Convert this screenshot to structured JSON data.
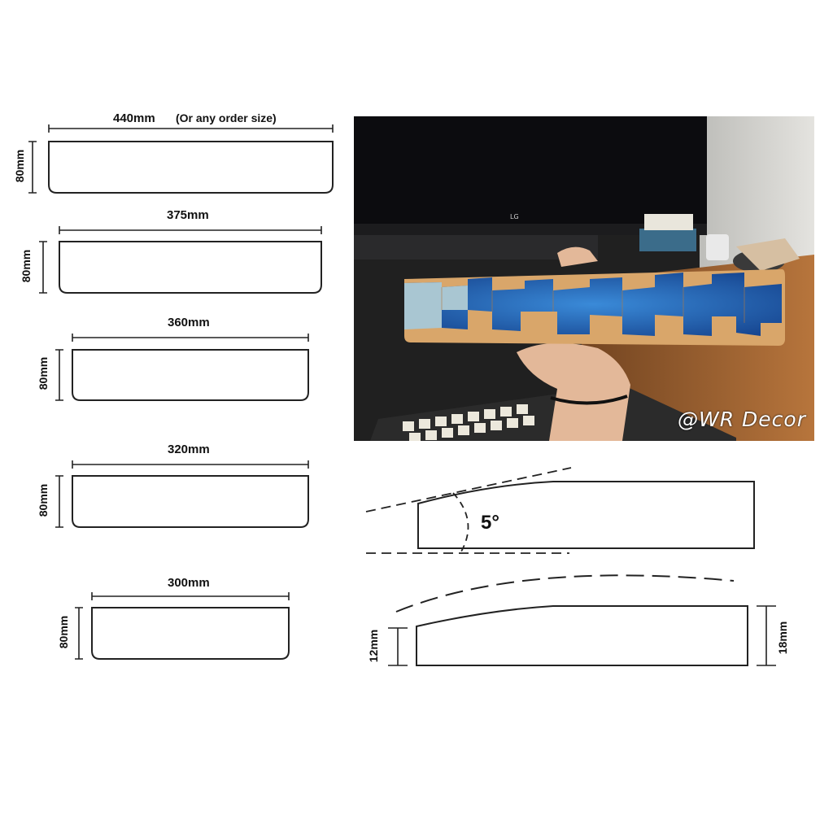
{
  "sizes": [
    {
      "width_label": "440mm",
      "note": "(Or any order size)",
      "height_label": "80mm"
    },
    {
      "width_label": "375mm",
      "height_label": "80mm"
    },
    {
      "width_label": "360mm",
      "height_label": "80mm"
    },
    {
      "width_label": "320mm",
      "height_label": "80mm"
    },
    {
      "width_label": "300mm",
      "height_label": "80mm"
    }
  ],
  "photo": {
    "watermark": "@WR Decor",
    "monitor_brand": "LG",
    "colors": {
      "wood": "#d9a66a",
      "resin": "#1f5fae",
      "resin_light": "#a9c6d2"
    }
  },
  "profile": {
    "angle_label": "5°",
    "front_height_label": "12mm",
    "back_height_label": "18mm"
  }
}
